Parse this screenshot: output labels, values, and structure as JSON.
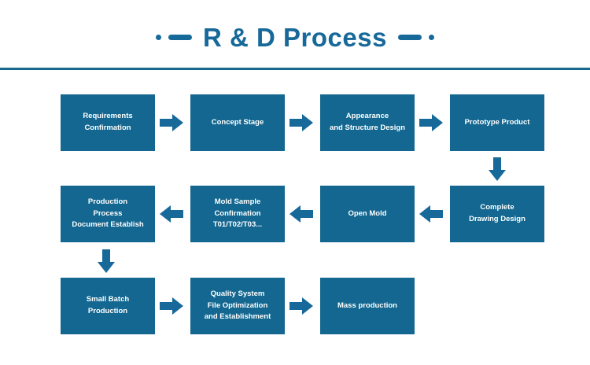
{
  "header": {
    "title": "R & D Process",
    "left_decoration": [
      "dot",
      "dash"
    ],
    "right_decoration": [
      "dash",
      "dot"
    ],
    "rule_color": "#176a8e"
  },
  "theme": {
    "box_fill": "#136790",
    "box_text": "#ffffff",
    "arrow_color": "#17699a",
    "title_color": "#17699a",
    "background": "#ffffff"
  },
  "chart_data": {
    "type": "diagram",
    "diagram_kind": "process-flowchart",
    "title": "R & D Process",
    "flow_direction": "serpentine (row1 left-to-right, row2 right-to-left, row3 left-to-right)",
    "node_count": 11,
    "nodes": [
      {
        "id": 1,
        "label": "Requirements\nConfirmation",
        "row": 1,
        "column": 1
      },
      {
        "id": 2,
        "label": "Concept Stage",
        "row": 1,
        "column": 2
      },
      {
        "id": 3,
        "label": "Appearance\nand Structure Design",
        "row": 1,
        "column": 3
      },
      {
        "id": 4,
        "label": "Prototype Product",
        "row": 1,
        "column": 4
      },
      {
        "id": 5,
        "label": "Complete\nDrawing Design",
        "row": 2,
        "column": 4
      },
      {
        "id": 6,
        "label": "Open Mold",
        "row": 2,
        "column": 3
      },
      {
        "id": 7,
        "label": "Mold Sample\nConfirmation\nT01/T02/T03...",
        "row": 2,
        "column": 2
      },
      {
        "id": 8,
        "label": "Production\nProcess\nDocument Establish",
        "row": 2,
        "column": 1
      },
      {
        "id": 9,
        "label": "Small Batch\nProduction",
        "row": 3,
        "column": 1
      },
      {
        "id": 10,
        "label": "Quality System\nFile Optimization\nand Establishment",
        "row": 3,
        "column": 2
      },
      {
        "id": 11,
        "label": "Mass production",
        "row": 3,
        "column": 3
      }
    ],
    "edges": [
      {
        "from": 1,
        "to": 2,
        "direction": "right"
      },
      {
        "from": 2,
        "to": 3,
        "direction": "right"
      },
      {
        "from": 3,
        "to": 4,
        "direction": "right"
      },
      {
        "from": 4,
        "to": 5,
        "direction": "down"
      },
      {
        "from": 5,
        "to": 6,
        "direction": "left"
      },
      {
        "from": 6,
        "to": 7,
        "direction": "left"
      },
      {
        "from": 7,
        "to": 8,
        "direction": "left"
      },
      {
        "from": 8,
        "to": 9,
        "direction": "down"
      },
      {
        "from": 9,
        "to": 10,
        "direction": "right"
      },
      {
        "from": 10,
        "to": 11,
        "direction": "right"
      }
    ]
  }
}
